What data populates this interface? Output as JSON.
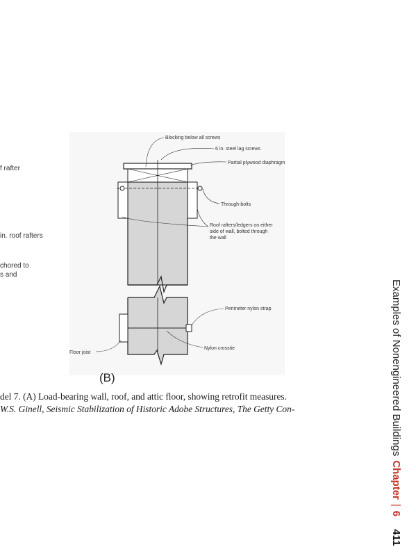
{
  "left_fragments": [
    "f rafter",
    "in. roof rafters",
    "chored to",
    "s and"
  ],
  "figure": {
    "label": "(B)",
    "annotations": {
      "blocking": "Blocking below all screws",
      "lag_screws": "6 in. steel lag screws",
      "plywood": "Partial plywood diaphragm",
      "through_bolts": "Through-bolts",
      "rafters_1": "Roof rafters/ledgers on either",
      "rafters_2": "side of wall, bolted through",
      "rafters_3": "the wall",
      "strap": "Perimeter nylon strap",
      "crosstie": "Nylon crosstie",
      "floor_joist": "Floor joist"
    }
  },
  "caption": {
    "line1": "del 7. (A) Load-bearing wall, roof, and attic floor, showing retrofit measures.",
    "line2": "W.S. Ginell, Seismic Stabilization of Historic Adobe Structures, The Getty Con-"
  },
  "running_head": {
    "title": "Examples of Nonengineered Buildings",
    "chapter_word": "Chapter",
    "separator": "|",
    "chapter_number": "6",
    "page_number": "411"
  }
}
